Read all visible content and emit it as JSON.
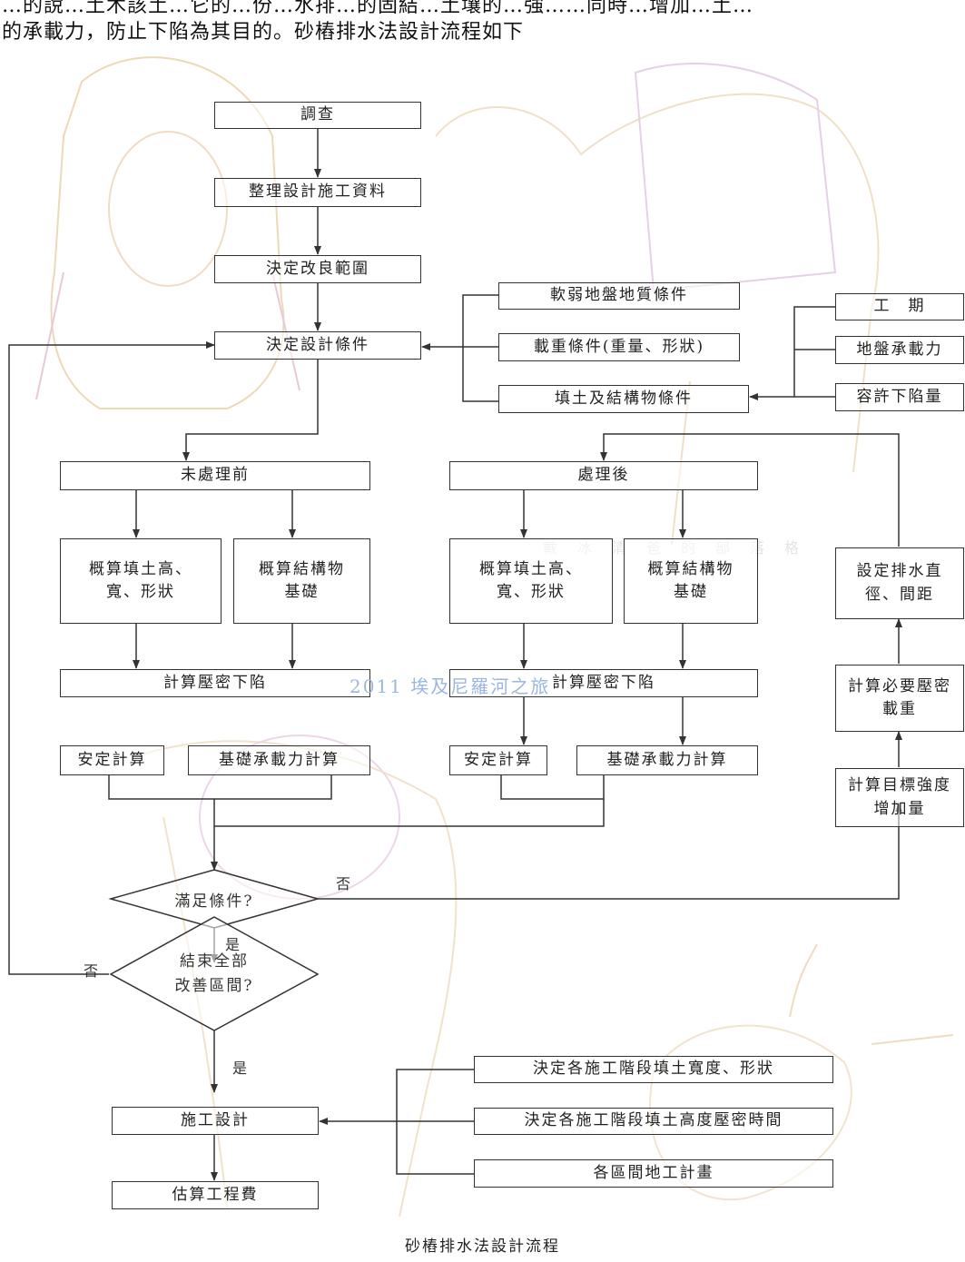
{
  "intro": {
    "line1": "…的說…土木該土…它的…份…水排…的固結…土壤的…強……同時…增加…土…",
    "line2": "的承載力，防止下陷為其目的。砂樁排水法設計流程如下"
  },
  "flow": {
    "survey": "調查",
    "organize_data": "整理設計施工資料",
    "decide_range": "決定改良範圍",
    "decide_conditions": "決定設計條件",
    "cond_soft_ground": "軟弱地盤地質條件",
    "cond_load": "載重條件(重量、形狀)",
    "cond_fill": "填土及結構物條件",
    "fill_period": "工　期",
    "fill_bearing": "地盤承載力",
    "fill_settlement": "容許下陷量",
    "before": {
      "header": "未處理前",
      "estimate_fill": [
        "概算填土高、",
        "寬、形狀"
      ],
      "estimate_struct": [
        "概算結構物",
        "基礎"
      ],
      "compaction": "計算壓密下陷",
      "stability": "安定計算",
      "bearing": "基礎承載力計算"
    },
    "after": {
      "header": "處理後",
      "estimate_fill": [
        "概算填土高、",
        "寬、形狀"
      ],
      "estimate_struct": [
        "概算結構物",
        "基礎"
      ],
      "compaction": "計算壓密下陷",
      "stability": "安定計算",
      "bearing": "基礎承載力計算"
    },
    "drain_spacing": [
      "設定排水直",
      "徑、間距"
    ],
    "preload": [
      "計算必要壓密",
      "載重"
    ],
    "strength_gain": [
      "計算目標強度",
      "增加量"
    ],
    "decision1": "滿足條件?",
    "decision1_no": "否",
    "decision1_yes": "是",
    "decision2": [
      "結束全部",
      "改善區間?"
    ],
    "decision2_no": "否",
    "decision2_yes": "是",
    "construction_design": "施工設計",
    "stage_width": "決定各施工階段填土寬度、形狀",
    "stage_time": "決定各施工階段填土高度壓密時間",
    "section_plan": "各區間地工計畫",
    "cost": "估算工程費",
    "caption": "砂樁排水法設計流程"
  },
  "watermark": "2011 埃及尼羅河之旅",
  "watermark2": "戴　冰　清　爸　的　部　落　格",
  "colors": {
    "line": "#333333",
    "watermark": "#9bb7de",
    "art": "#e7cfa8"
  }
}
